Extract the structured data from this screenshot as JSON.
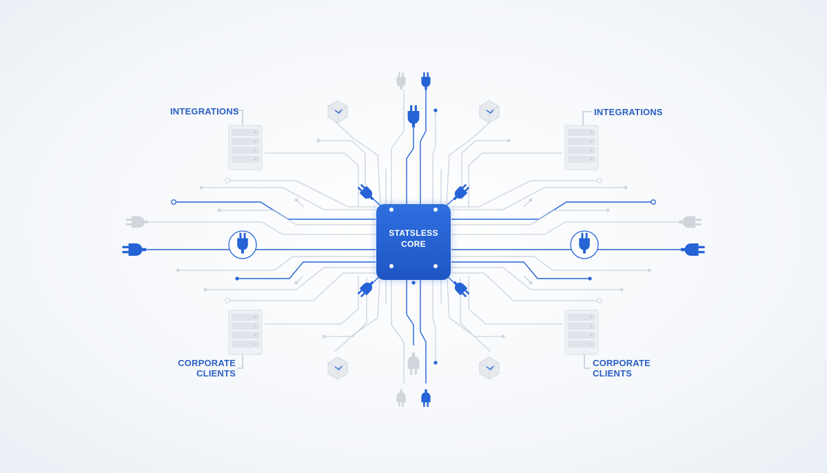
{
  "core": {
    "line1": "STATSLESS",
    "line2": "CORE"
  },
  "labels": {
    "integrations_left": "INTEGRATIONS",
    "integrations_right": "INTEGRATIONS",
    "corporate_left": {
      "line1": "CORPORATE",
      "line2": "CLIENTS"
    },
    "corporate_right": {
      "line1": "CORPORATE",
      "line2": "CLIENTS"
    }
  },
  "colors": {
    "accent": "#2563d6",
    "accent_dark": "#1d4fb8",
    "line_light": "#c9d3df",
    "node_light": "#d3d8de",
    "label": "#2b5fc4"
  },
  "icons": [
    "plug-icon",
    "shield-plug-icon",
    "server-rack-icon",
    "cube-icon"
  ]
}
